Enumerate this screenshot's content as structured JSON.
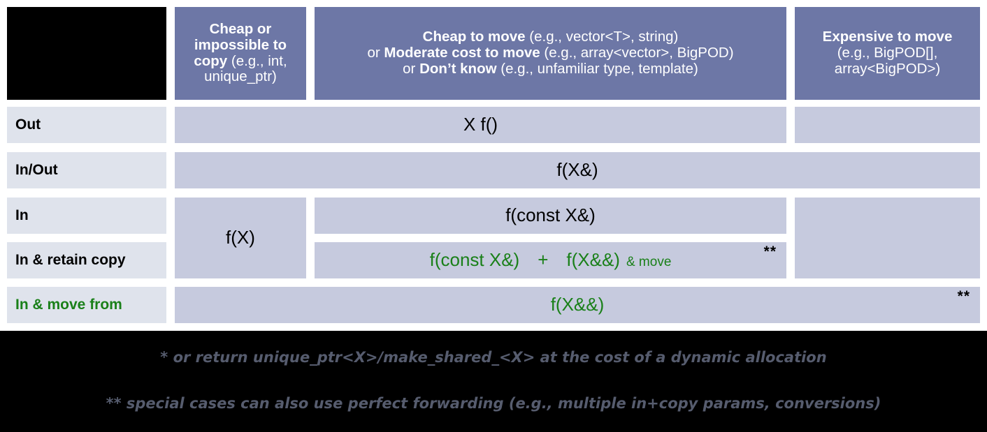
{
  "table": {
    "corner": "",
    "columns": [
      {
        "id": "cheap-or-impossible-to-copy",
        "bold_part": "Cheap or impossible to copy",
        "example_part": " (e.g., int, unique_ptr)",
        "full": "Cheap or impossible to copy (e.g., int, unique_ptr)"
      },
      {
        "id": "cheap-to-move",
        "line1_bold": "Cheap to move",
        "line1_rest": " (e.g., vector<T>, string)",
        "line2_prefix": "or ",
        "line2_bold": "Moderate cost to move",
        "line2_rest": " (e.g., array<vector>, BigPOD)",
        "line3_prefix": "or ",
        "line3_bold": "Don’t know",
        "line3_rest": " (e.g., unfamiliar type, template)",
        "full": "Cheap to move (e.g., vector<T>, string) or Moderate cost to move (e.g., array<vector>, BigPOD) or Don’t know (e.g., unfamiliar type, template)"
      },
      {
        "id": "expensive-to-move",
        "bold_part": "Expensive to move",
        "example_line1": "(e.g., BigPOD[],",
        "example_line2": "array<BigPOD>)",
        "full": "Expensive to move (e.g., BigPOD[], array<BigPOD>)"
      }
    ],
    "rows": [
      {
        "id": "out",
        "label": "Out",
        "green": false
      },
      {
        "id": "in-out",
        "label": "In/Out",
        "green": false
      },
      {
        "id": "in",
        "label": "In",
        "green": false
      },
      {
        "id": "in-retain-copy",
        "label": "In & retain copy",
        "green": false
      },
      {
        "id": "in-move-from",
        "label": "In & move from",
        "green": true
      }
    ],
    "cells": {
      "out_wide": "X f()",
      "in_out_wide": "f(X&)",
      "in_cheap_copy": "f(X)",
      "in_const_ref": "f(const X&)",
      "retain_copy_a": "f(const X&)",
      "retain_copy_plus": "+",
      "retain_copy_b": "f(X&&)",
      "retain_copy_small": "& move",
      "retain_copy_mark": "**",
      "move_from": "f(X&&)",
      "move_from_mark": "**"
    }
  },
  "footnotes": {
    "one": "* or return unique_ptr<X>/make_shared_<X> at the cost of a dynamic allocation",
    "two": "** special cases can also use perfect forwarding (e.g., multiple in+copy params, conversions)"
  },
  "colors": {
    "header_blue": "#6d77a6",
    "body_cell": "#c6cade",
    "row_label": "#dfe3ec",
    "green": "#1a8019",
    "footnote_gray": "#565c6e",
    "background": "#000000"
  }
}
